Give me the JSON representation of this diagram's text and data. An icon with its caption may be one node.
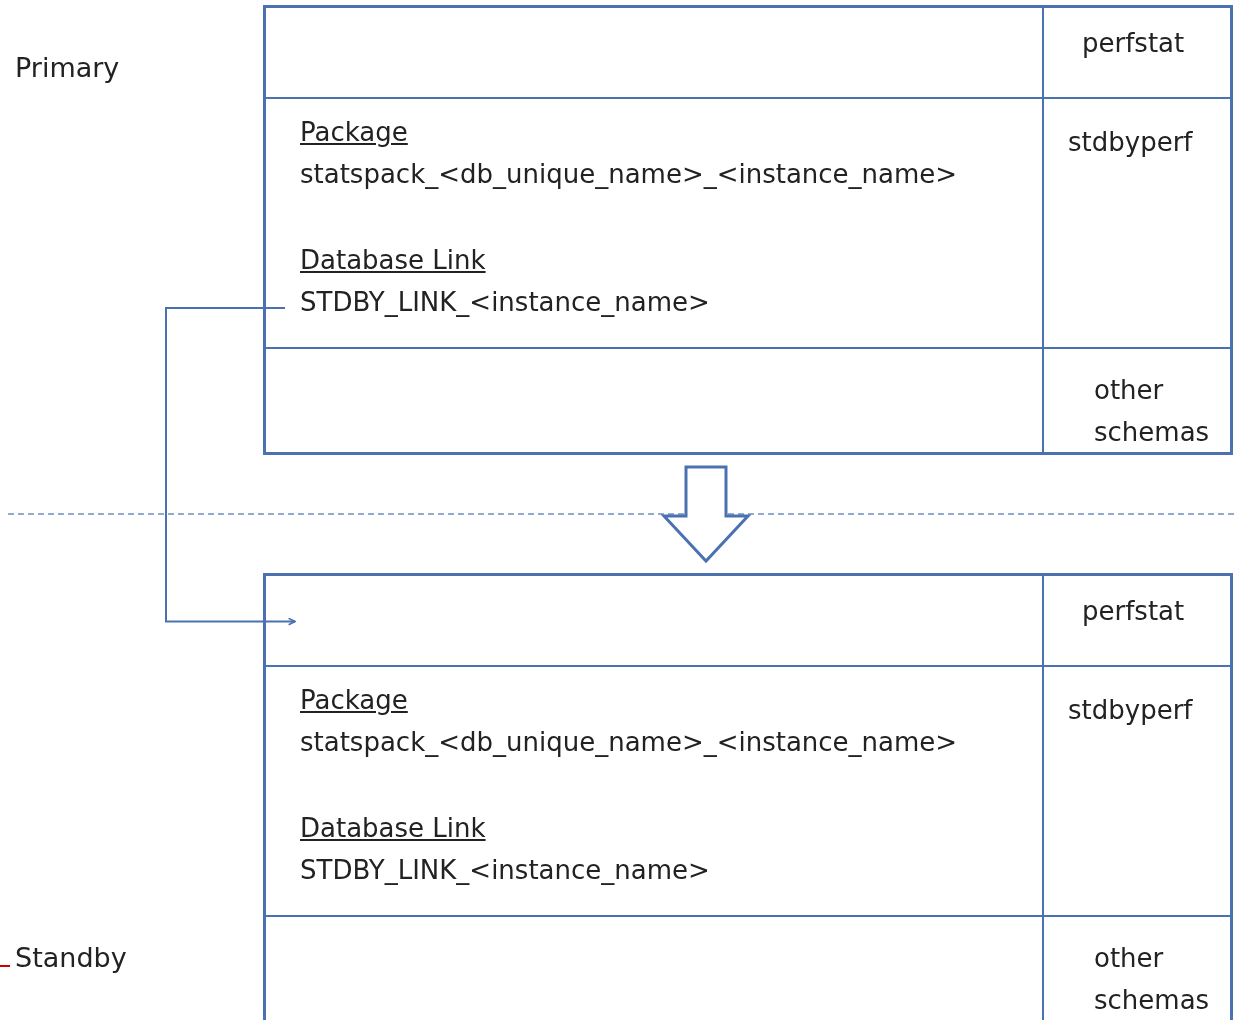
{
  "diagram": {
    "nodes": [
      {
        "text": [],
        "shape": "box"
      },
      {
        "text": [],
        "shape": "box",
        "in": 0
      },
      {
        "text": [
          "perfstat"
        ],
        "in": 0
      },
      {
        "text": [
          "Package",
          "statspack_<db_unique_name>_<instance_name>",
          "Database Link",
          "STDBY_LINK_<instance_name>"
        ],
        "in": 0
      },
      {
        "text": [
          "stdbyperf"
        ],
        "in": 0
      },
      {
        "text": [],
        "shape": "box",
        "in": 0
      },
      {
        "text": [
          "other schemas"
        ],
        "in": 0
      },
      {
        "text": [],
        "shape": "box"
      },
      {
        "text": [],
        "shape": "box",
        "in": 7
      },
      {
        "text": [
          "perfstat"
        ],
        "in": 7
      },
      {
        "text": [
          "Package",
          "statspack_<db_unique_name>_<instance_name>",
          "Database Link",
          "STDBY_LINK_<instance_name>"
        ],
        "in": 7
      },
      {
        "text": [
          "stdbyperf"
        ],
        "in": 7
      },
      {
        "text": [],
        "shape": "box",
        "in": 7
      },
      {
        "text": [
          "other schemas"
        ],
        "in": 7
      }
    ],
    "edges": [
      {
        "from": 3,
        "to": 8,
        "arrow": "to"
      },
      {
        "from": 0,
        "to": 7,
        "arrow": "to",
        "style": "thick"
      }
    ],
    "labels": [
      "Primary",
      "Standby"
    ]
  }
}
